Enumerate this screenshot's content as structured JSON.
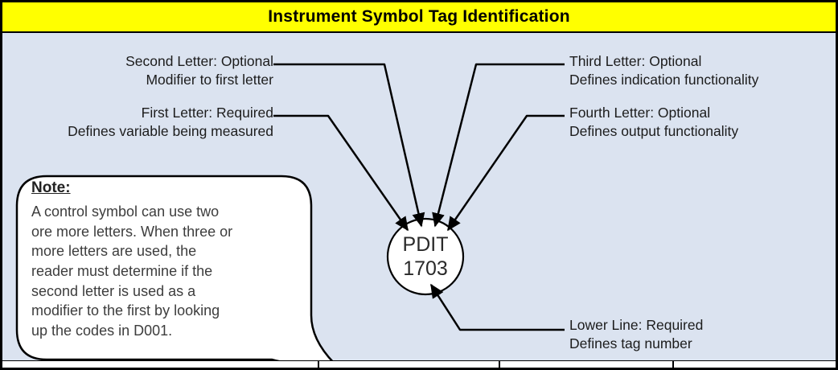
{
  "title": "Instrument Symbol Tag Identification",
  "colors": {
    "title_bg": "#ffff00",
    "canvas_bg": "#dbe3f0",
    "line": "#000000",
    "bubble_fill": "#ffffff"
  },
  "circle": {
    "top_text": "PDIT",
    "bottom_text": "1703"
  },
  "labels": {
    "second_letter": {
      "line1": "Second Letter: Optional",
      "line2": "Modifier to  first letter"
    },
    "first_letter": {
      "line1": "First Letter: Required",
      "line2": "Defines variable being measured"
    },
    "third_letter": {
      "line1": "Third Letter: Optional",
      "line2": "Defines indication functionality"
    },
    "fourth_letter": {
      "line1": "Fourth Letter: Optional",
      "line2": "Defines output functionality"
    },
    "lower_line": {
      "line1": "Lower Line: Required",
      "line2": "Defines tag number"
    }
  },
  "note": {
    "heading": "Note:",
    "body": "A control symbol can use two\nore more letters. When three or\nmore letters are used, the\nreader must determine if the\nsecond letter is used as a\nmodifier to the first by looking\nup the codes in D001."
  }
}
